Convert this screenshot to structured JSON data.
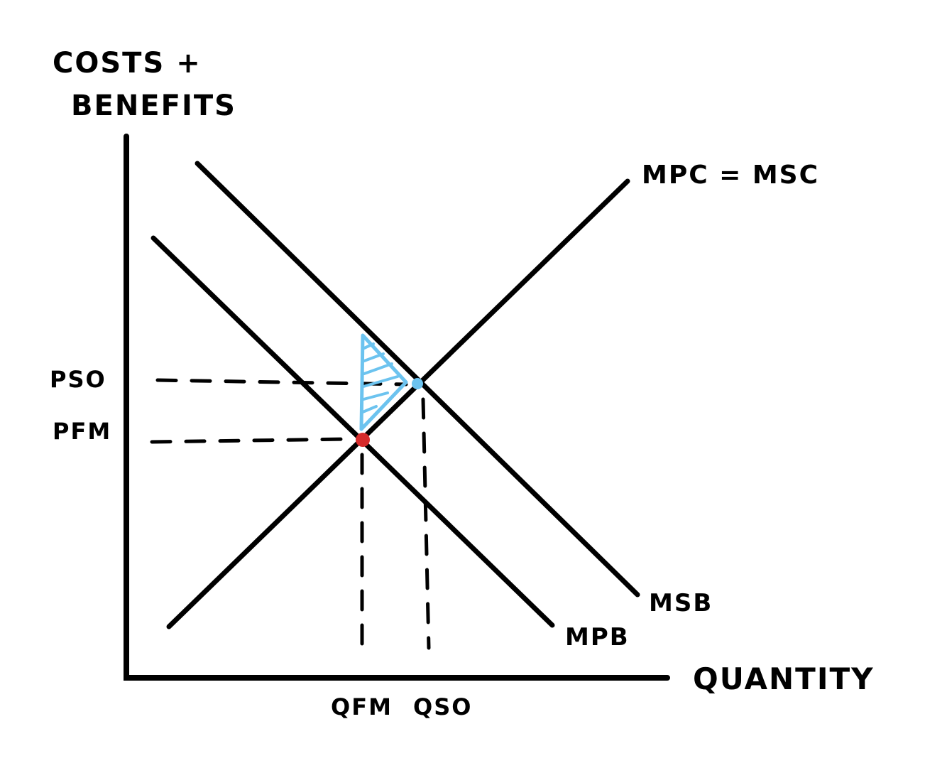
{
  "diagram": {
    "y_axis_label_line1": "COSTS +",
    "y_axis_label_line2": "BENEFITS",
    "x_axis_label": "QUANTITY",
    "curves": {
      "mpc_msc": "MPC = MSC",
      "msb": "MSB",
      "mpb": "MPB"
    },
    "y_ticks": {
      "pso": "PSO",
      "pfm": "PFM"
    },
    "x_ticks": {
      "qfm": "QFM",
      "qso": "QSO"
    },
    "colors": {
      "ink": "#000000",
      "welfare_gain": "#6cc3ef",
      "social_optimum_point": "#6cc3ef",
      "free_market_point": "#d62b2b"
    }
  }
}
